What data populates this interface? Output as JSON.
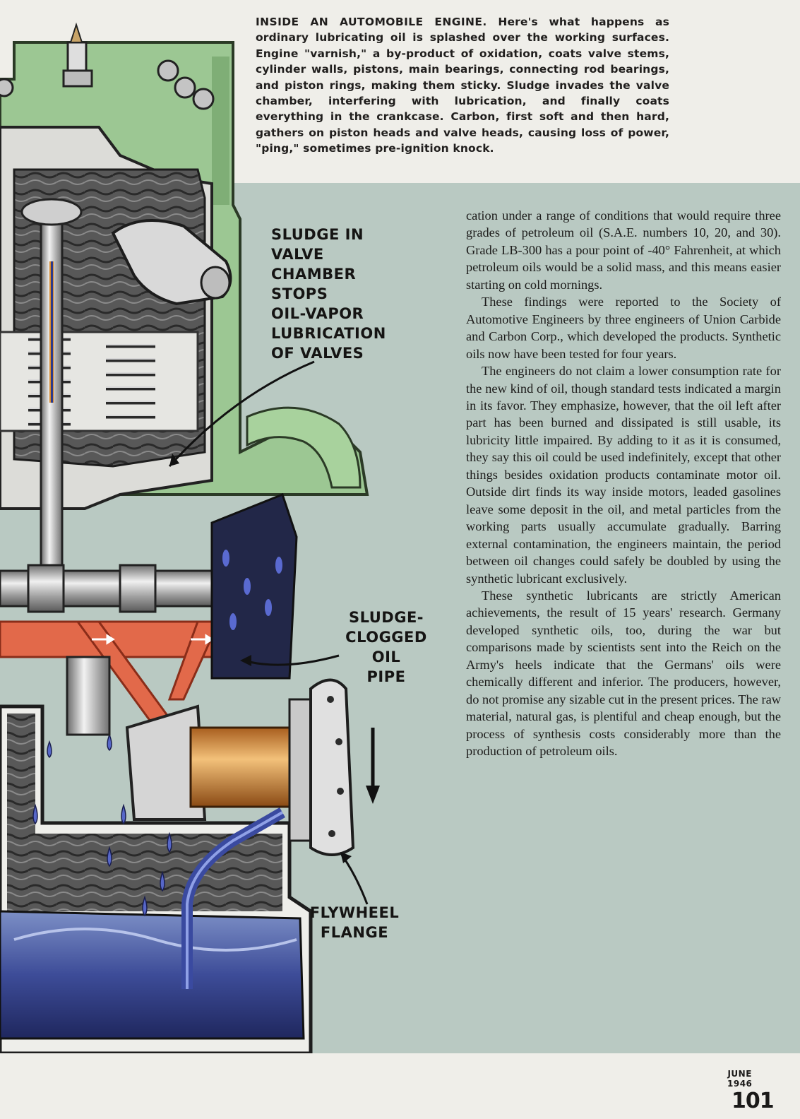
{
  "caption": {
    "lead": "INSIDE AN AUTOMOBILE ENGINE.",
    "text": "Here's what happens as ordinary lubricating oil is splashed over the working surfaces. Engine \"varnish,\" a by-product of oxidation, coats valve stems, cylinder walls, pistons, main bearings, connecting rod bearings, and piston rings, making them sticky. Sludge invades the valve chamber, interfering with lubrication, and finally coats everything in the crankcase. Carbon, first soft and then hard, gathers on piston heads and valve heads, causing loss of power, \"ping,\" sometimes pre-ignition knock."
  },
  "callouts": {
    "valve_chamber": "SLUDGE IN\nVALVE\nCHAMBER\nSTOPS\nOIL-VAPOR\nLUBRICATION\nOF VALVES",
    "oil_pipe": "SLUDGE-\nCLOGGED\nOIL\nPIPE",
    "flywheel": "FLYWHEEL\nFLANGE"
  },
  "article": {
    "paragraphs": [
      "cation under a range of conditions that would require three grades of petroleum oil (S.A.E. numbers 10, 20, and 30). Grade LB-300 has a pour point of -40° Fahrenheit, at which petroleum oils would be a solid mass, and this means easier starting on cold mornings.",
      "These findings were reported to the Society of Automotive Engineers by three engineers of Union Carbide and Carbon Corp., which developed the products. Synthetic oils now have been tested for four years.",
      "The engineers do not claim a lower consumption rate for the new kind of oil, though standard tests indicated a margin in its favor. They emphasize, however, that the oil left after part has been burned and dissipated is still usable, its lubricity little impaired. By adding to it as it is consumed, they say this oil could be used indefinitely, except that other things besides oxidation products contaminate motor oil. Outside dirt finds its way inside motors, leaded gasolines leave some deposit in the oil, and metal particles from the working parts usually accumulate gradually. Barring external contamination, the engineers maintain, the period between oil changes could safely be doubled by using the synthetic lubricant exclusively.",
      "These synthetic lubricants are strictly American achievements, the result of 15 years' research. Germany developed synthetic oils, too, during the war but comparisons made by scientists sent into the Reich on the Army's heels indicate that the Germans' oils were chemically different and inferior. The producers, however, do not promise any sizable cut in the present prices. The raw material, natural gas, is plentiful and cheap enough, but the process of synthesis costs considerably more than the production of petroleum oils."
    ]
  },
  "folio": {
    "month": "JUNE",
    "year": "1946",
    "page": "101"
  },
  "colors": {
    "page": "#efeee9",
    "panel": "#b9c9c2",
    "engine_green": "#9cc793",
    "oil_red": "#e2694a",
    "oil_blue": "#3a4aa0",
    "sludge": "#4a4a4a"
  }
}
